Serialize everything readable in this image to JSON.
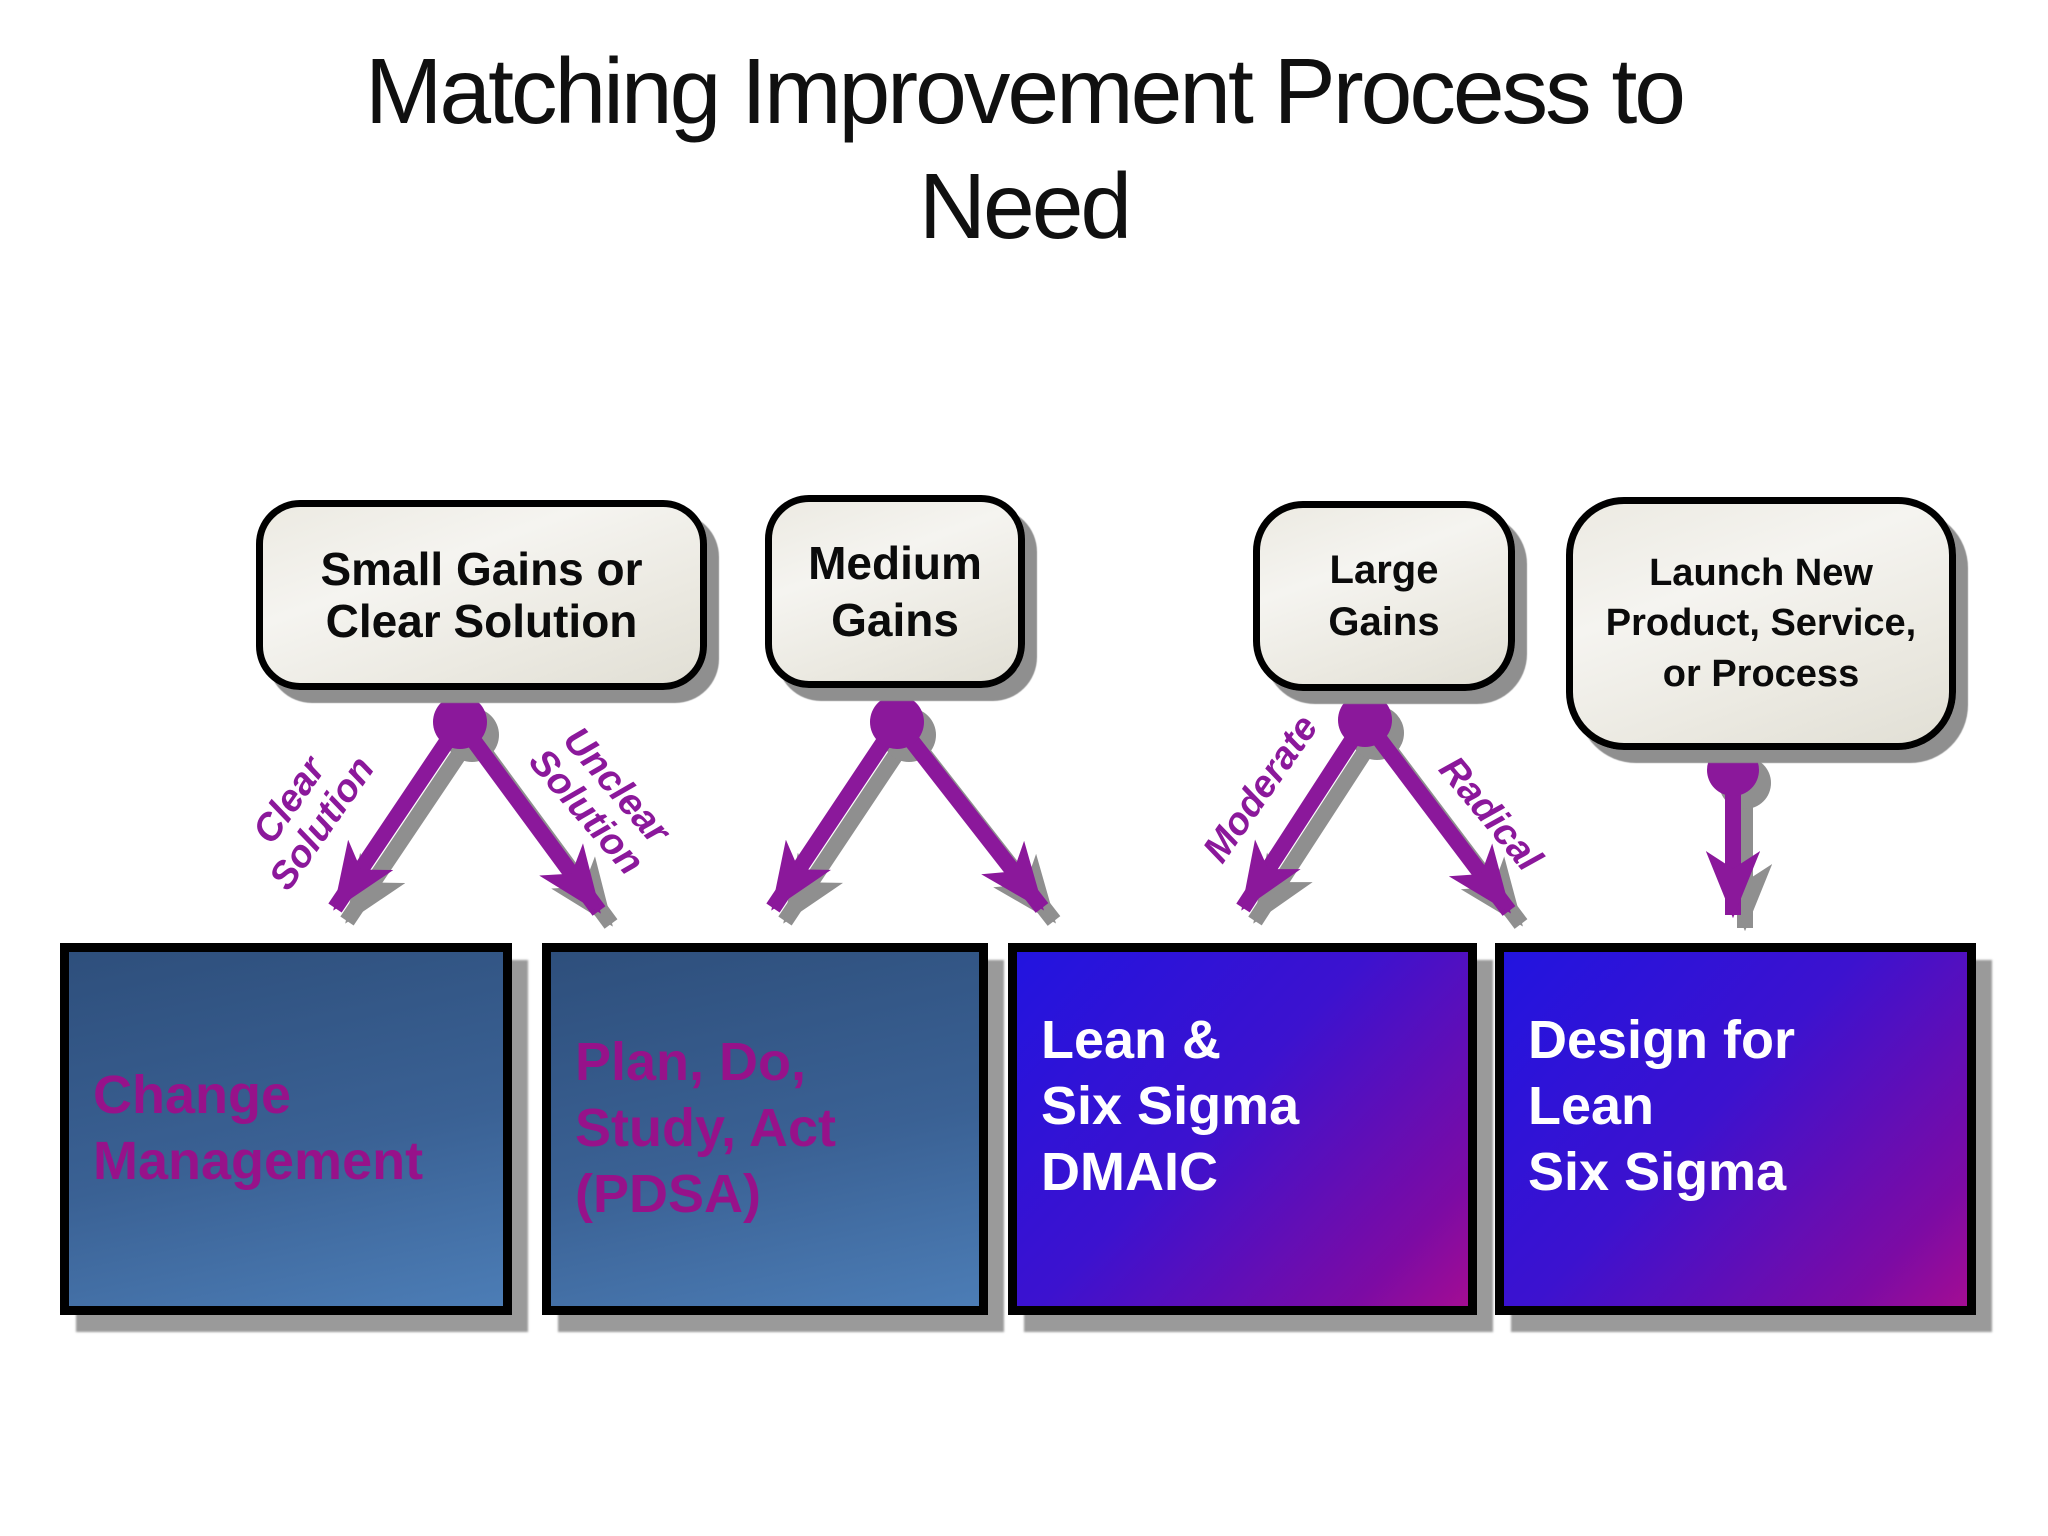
{
  "slide": {
    "title": {
      "line1": "Matching Improvement Process to",
      "line2": "Need"
    }
  },
  "need_boxes": [
    {
      "id": "small-gains",
      "lines": [
        "Small Gains or",
        "Clear Solution"
      ]
    },
    {
      "id": "medium-gains",
      "lines": [
        "Medium",
        "Gains"
      ]
    },
    {
      "id": "large-gains",
      "lines": [
        "Large",
        "Gains"
      ]
    },
    {
      "id": "launch-new",
      "lines": [
        "Launch New",
        "Product, Service,",
        "or Process"
      ]
    }
  ],
  "arrow_labels": [
    {
      "id": "clear-solution",
      "lines": [
        "Clear",
        "Solution"
      ]
    },
    {
      "id": "unclear-solution",
      "lines": [
        "Unclear",
        "Solution"
      ]
    },
    {
      "id": "moderate",
      "lines": [
        "Moderate"
      ]
    },
    {
      "id": "radical",
      "lines": [
        "Radical"
      ]
    }
  ],
  "process_boxes": [
    {
      "id": "change-management",
      "lines": [
        "Change",
        "Management"
      ],
      "text_color": "#97128a"
    },
    {
      "id": "pdsa",
      "lines": [
        "Plan, Do,",
        "Study, Act",
        "(PDSA)"
      ],
      "text_color": "#97128a"
    },
    {
      "id": "lean-six-sigma-dmaic",
      "lines": [
        "Lean &",
        "Six Sigma",
        "DMAIC"
      ],
      "text_color": "#ffffff"
    },
    {
      "id": "design-for-lean-six-sigma",
      "lines": [
        "Design for",
        "Lean",
        "Six Sigma"
      ],
      "text_color": "#ffffff"
    }
  ],
  "colors": {
    "background": "#ffffff",
    "title_text": "#101010",
    "arrow_purple": "#8b189b",
    "shadow_gray": "#8f8f8f",
    "need_box_fill": "#efede6",
    "need_box_border": "#000000",
    "process_box_blue_top": "#2e4f7c",
    "process_box_blue_bottom": "#4c7db6",
    "sigma_box_blue": "#2214df",
    "sigma_box_magenta": "#a30d93",
    "magenta_text": "#97128a",
    "white_text": "#ffffff"
  }
}
